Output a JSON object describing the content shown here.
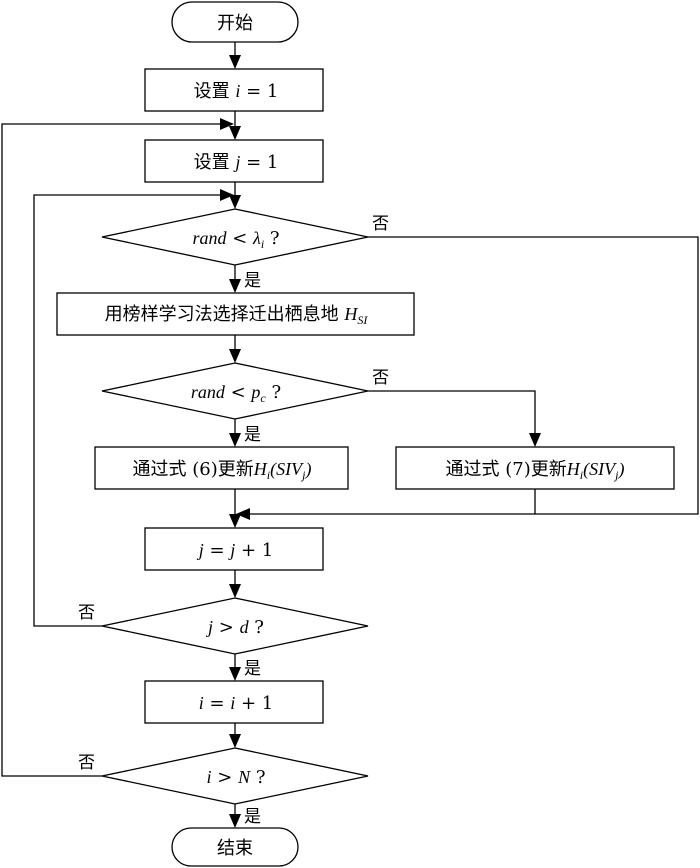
{
  "nodes": {
    "start": "开始",
    "set_i": {
      "prefix": "设置",
      "var": "i",
      "eq": " = ",
      "val": "1"
    },
    "set_j": {
      "prefix": "设置",
      "var": "j",
      "eq": " = ",
      "val": "1"
    },
    "cond_lambda": {
      "left": "rand",
      "op": " < ",
      "var": "λ",
      "sub": "i",
      "q": " ?"
    },
    "select": {
      "text": "用榜样学习法选择迁出栖息地",
      "var": "H",
      "sub": "SI"
    },
    "cond_pc": {
      "left": "rand",
      "op": " < ",
      "var": "p",
      "sub": "c",
      "q": " ?"
    },
    "update6": {
      "prefix": "通过式",
      "eq": " (6)",
      "mid": "更新",
      "var": "H",
      "sub": "i",
      "arg": "(SIV",
      "argsub": "j",
      "close": ")"
    },
    "update7": {
      "prefix": "通过式",
      "eq": " (7)",
      "mid": "更新",
      "var": "H",
      "sub": "i",
      "arg": "(SIV",
      "argsub": "j",
      "close": ")"
    },
    "inc_j": {
      "lhs": "j",
      "mid": " = ",
      "rhs": "j",
      "plus": " + 1"
    },
    "cond_jd": {
      "lhs": "j",
      "op": " > ",
      "rhs": "d",
      "q": " ?"
    },
    "inc_i": {
      "lhs": "i",
      "mid": " = ",
      "rhs": "i",
      "plus": " + 1"
    },
    "cond_iN": {
      "lhs": "i",
      "op": " > ",
      "rhs": "N",
      "q": " ?"
    },
    "end": "结束"
  },
  "labels": {
    "yes": "是",
    "no": "否"
  }
}
